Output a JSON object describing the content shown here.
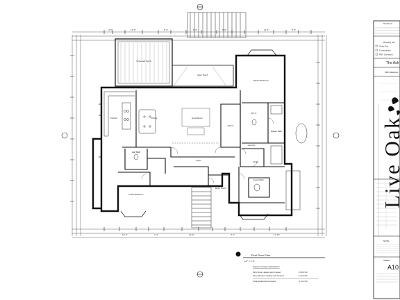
{
  "plan": {
    "title": "First Floor Plan",
    "scale": "1/4\" = 1'-0\"",
    "sqft_heading": "Square Footage Calculations",
    "sqft_rows": [
      {
        "label": "First Floor Heated and Cooled",
        "value": "2,500 S.F."
      },
      {
        "label": "Second Floor Heated and Cooled",
        "value": "1,214 S.F."
      },
      {
        "label": "Total Heated and Cooled",
        "value": "3,714 S.F."
      }
    ],
    "rooms": {
      "screened_porch": "Screened Porch",
      "rear_porch": "Rear Porch",
      "master_bedroom": "Master Bedroom",
      "kitchen": "Kitchen",
      "dining": "Dining",
      "great_room": "Great Room",
      "pantry": "Pantry",
      "wic": "W.I.C.",
      "master_bath": "Master Bath",
      "half_bath": "Half Bath",
      "foyer": "Foyer",
      "laundry": "Laundry",
      "closet": "Closet",
      "guest_bedroom": "Guest Bedroom",
      "entry_porch": "Entry Porch",
      "guest_bath": "Guest Bath"
    }
  },
  "titleblock": {
    "revisions_label": "Revisions",
    "drawing_set_label": "Drawing Set",
    "drawing_set_items": [
      "Study Set",
      "Construction",
      "PDF Construct"
    ],
    "project_short": "The Ash",
    "address_short": "2904 Waterwo",
    "brand_line1": "Live Oak",
    "sheet_label": "SHEET:",
    "sheet_number": "A10",
    "note_short": "NOTE"
  }
}
